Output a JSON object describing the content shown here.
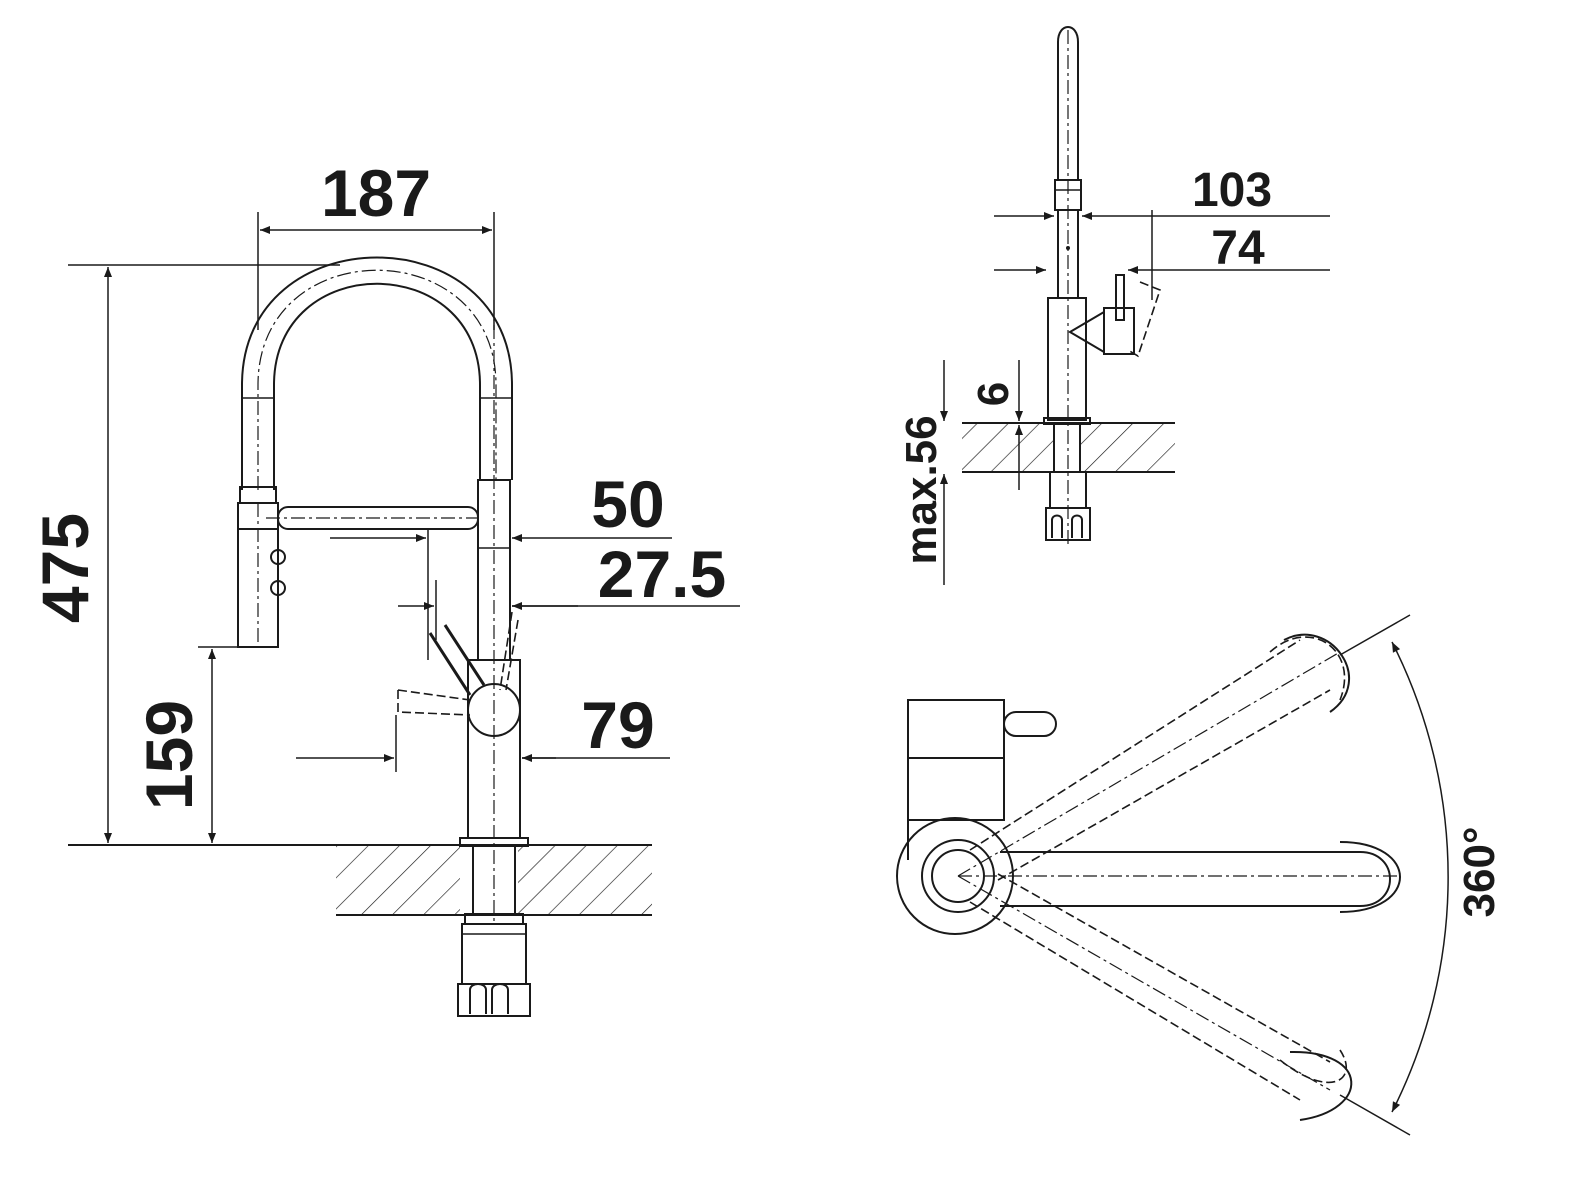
{
  "colors": {
    "line": "#1a1a1a",
    "background": "#ffffff"
  },
  "front_view": {
    "dim_width_top": "187",
    "dim_total_height": "475",
    "dim_spray_height": "159",
    "dim_spout_offset": "50",
    "dim_lever_offset": "27.5",
    "dim_base_offset": "79"
  },
  "side_view": {
    "dim_lever_reach": "103",
    "dim_body_reach": "74",
    "dim_min_thickness": "6",
    "dim_max_thickness": "max.56"
  },
  "top_view": {
    "dim_rotation": "360°"
  }
}
